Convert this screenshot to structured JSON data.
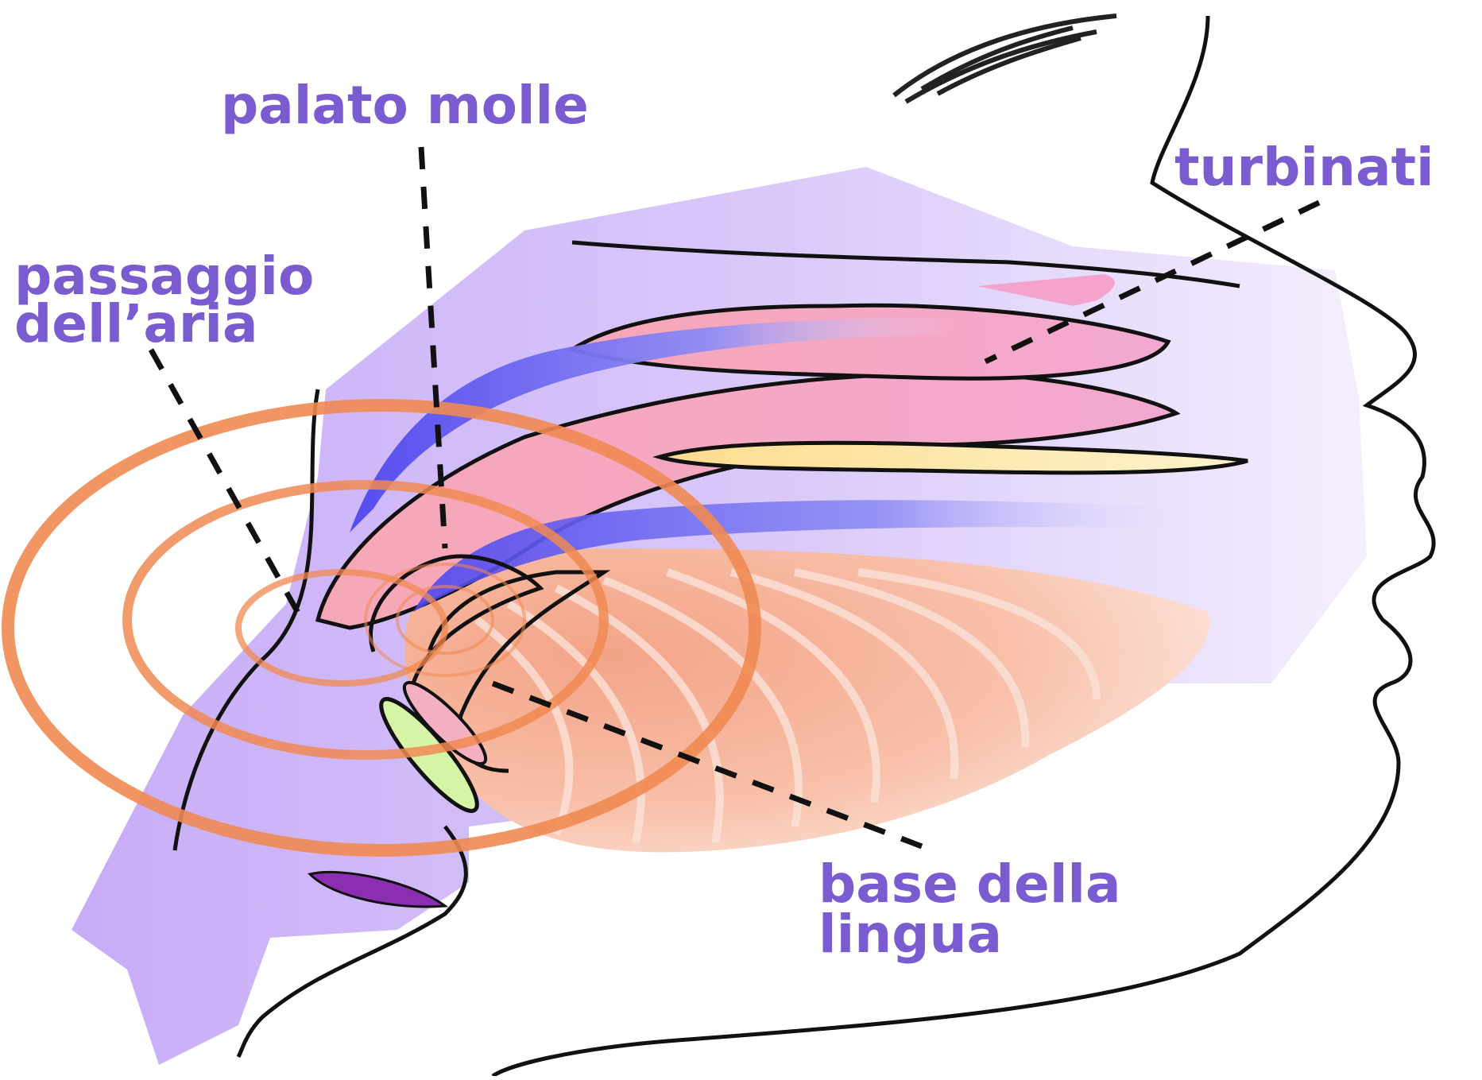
{
  "labels": {
    "soft_palate": "palato molle",
    "turbinates": "turbinati",
    "airway_line1": "passaggio",
    "airway_line2": "dell’aria",
    "tongue_base_line1": "base della",
    "tongue_base_line2": "lingua"
  },
  "colors": {
    "label": "#7a5cd0",
    "airway_fill": "#c8aef7",
    "sound_waves": "#f08a52",
    "airflow": "#5a4ff0",
    "tissue_pink": "#f6a3b8",
    "tongue": "#f6a58a",
    "turbinate_yellow": "#fde9a0",
    "epiglottis": "#d6f4a5",
    "vocal_fold": "#8b2fb0"
  },
  "icons": {
    "eyelashes": "eyelashes-icon"
  }
}
